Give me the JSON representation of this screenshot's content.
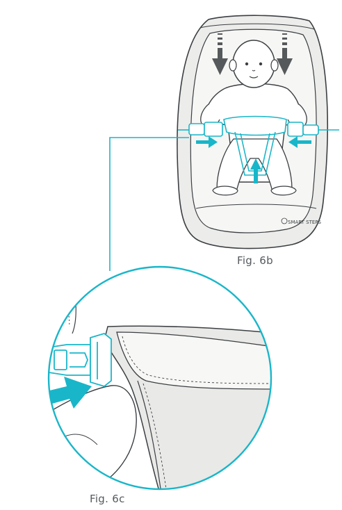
{
  "figures": {
    "fig_6b": {
      "caption": "Fig. 6b",
      "logo_text": "SMART STEPS"
    },
    "fig_6c": {
      "caption": "Fig. 6c"
    }
  },
  "colors": {
    "line": "#3b3f42",
    "accent": "#19b6c9",
    "arrow_gray": "#56595c",
    "fill_gray": "#e8e8e6",
    "fill_light": "#f3f3f1"
  },
  "icons": {
    "down_arrows": "down-arrow-icon",
    "inward_arrows": "inward-arrow-icon",
    "up_arrow": "up-arrow-icon",
    "push_arrow": "push-arrow-icon"
  }
}
